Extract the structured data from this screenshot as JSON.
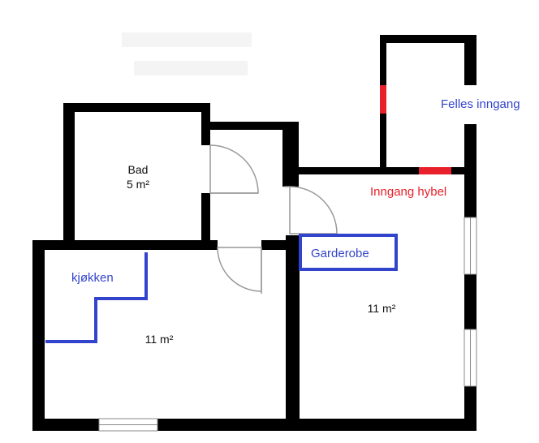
{
  "rooms": {
    "bad": {
      "name": "Bad",
      "area": "5 m²"
    },
    "kitchen_room": {
      "area": "11 m²"
    },
    "hybel": {
      "area": "11 m²"
    }
  },
  "annotations": {
    "kitchen": "kjøkken",
    "wardrobe": "Garderobe",
    "shared_entrance": "Felles inngang",
    "hybel_entrance": "Inngang hybel"
  },
  "colors": {
    "wall": "#000000",
    "blue_annotation": "#3344cc",
    "red_annotation": "#e8202a",
    "door_fill": "#ffffff",
    "door_stroke": "#999999",
    "window_fill": "#ffffff",
    "window_stroke": "#888888"
  }
}
